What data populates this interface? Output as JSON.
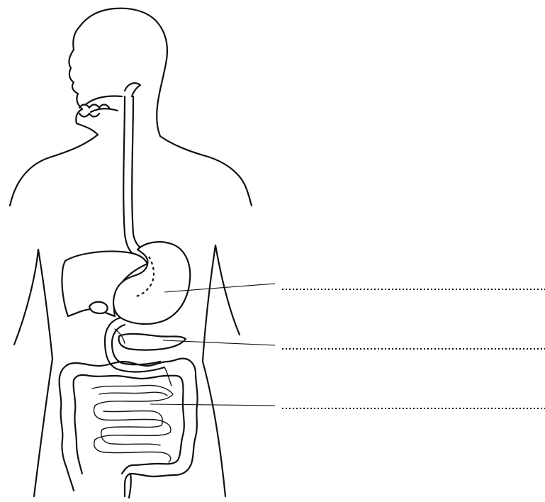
{
  "diagram": {
    "labels": [
      {
        "id": "label-1",
        "text": ""
      },
      {
        "id": "label-2",
        "text": ""
      },
      {
        "id": "label-3",
        "text": ""
      }
    ]
  }
}
